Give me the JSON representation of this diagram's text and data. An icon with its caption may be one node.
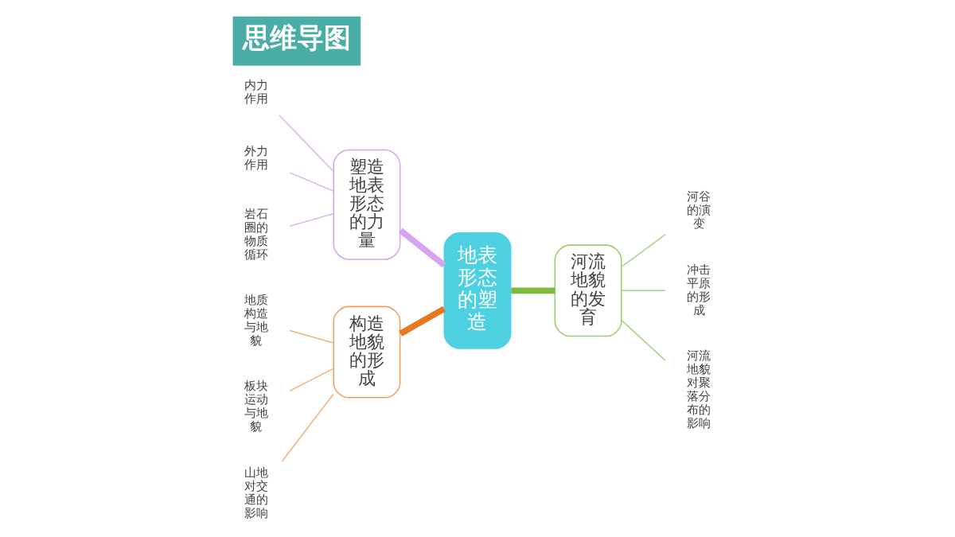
{
  "diagram": {
    "title": "思维导图",
    "nodes": [
      {
        "text": [
          "地表形态的塑造"
        ]
      },
      {
        "text": [
          "塑造地表形态的力量"
        ]
      },
      {
        "text": [
          "内力作用"
        ]
      },
      {
        "text": [
          "外力作用"
        ]
      },
      {
        "text": [
          "岩石圈的物质循环"
        ]
      },
      {
        "text": [
          "构造地貌的形成"
        ]
      },
      {
        "text": [
          "地质构造与地貌"
        ]
      },
      {
        "text": [
          "板块运动与地貌"
        ]
      },
      {
        "text": [
          "山地对交通的影响"
        ]
      },
      {
        "text": [
          "河流地貌的发育"
        ]
      },
      {
        "text": [
          "河谷的演变"
        ]
      },
      {
        "text": [
          "冲击平原的形成"
        ]
      },
      {
        "text": [
          "河流地貌对聚落分布的影响"
        ]
      }
    ],
    "edges": [
      {
        "from": 0,
        "to": 1,
        "arrow": "none",
        "style": "thick",
        "color": "#d6a4ec"
      },
      {
        "from": 1,
        "to": 2,
        "arrow": "none",
        "color": "#dcb8ec"
      },
      {
        "from": 1,
        "to": 3,
        "arrow": "none",
        "color": "#dcb8ec"
      },
      {
        "from": 1,
        "to": 4,
        "arrow": "none",
        "color": "#dcb8ec"
      },
      {
        "from": 0,
        "to": 5,
        "arrow": "none",
        "style": "thick",
        "color": "#e87722"
      },
      {
        "from": 5,
        "to": 6,
        "arrow": "none",
        "color": "#f0b47c"
      },
      {
        "from": 5,
        "to": 7,
        "arrow": "none",
        "color": "#f0b47c"
      },
      {
        "from": 5,
        "to": 8,
        "arrow": "none",
        "color": "#f0b47c"
      },
      {
        "from": 0,
        "to": 9,
        "arrow": "none",
        "style": "thick",
        "color": "#7dbb3c"
      },
      {
        "from": 9,
        "to": 10,
        "arrow": "none",
        "color": "#a8d48a"
      },
      {
        "from": 9,
        "to": 11,
        "arrow": "none",
        "color": "#a8d48a"
      },
      {
        "from": 9,
        "to": 12,
        "arrow": "none",
        "color": "#a8d48a"
      }
    ]
  }
}
